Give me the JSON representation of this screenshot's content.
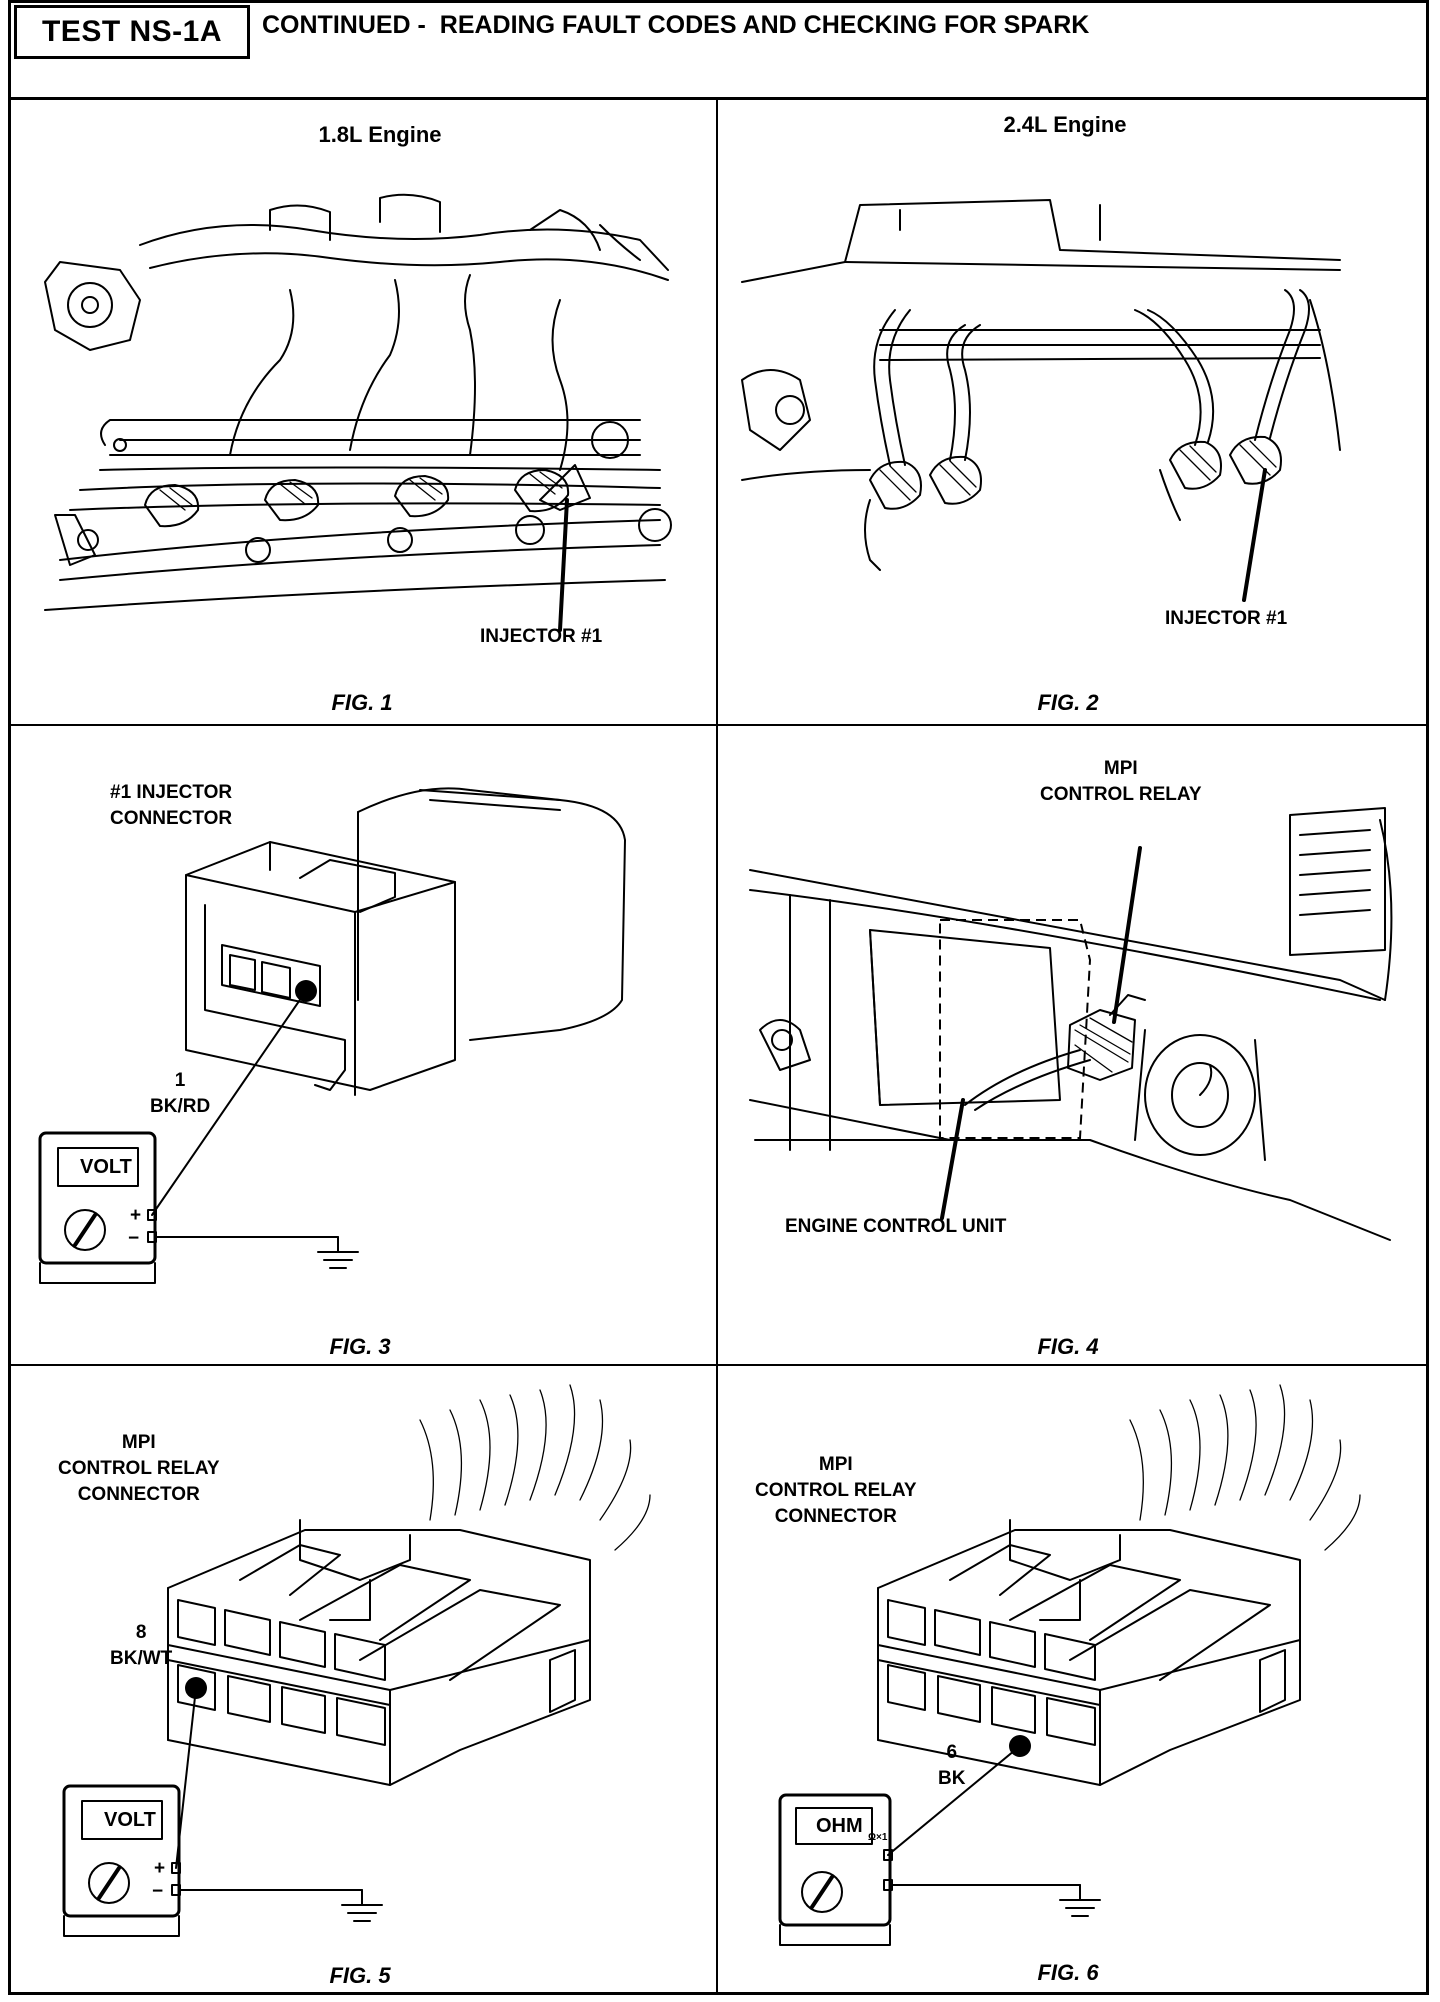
{
  "header": {
    "test_id": "TEST NS-1A",
    "title": "CONTINUED -  READING FAULT CODES AND CHECKING FOR SPARK"
  },
  "figures": [
    {
      "fig": "FIG. 1",
      "heading": "1.8L Engine",
      "callout": "INJECTOR #1"
    },
    {
      "fig": "FIG. 2",
      "heading": "2.4L Engine",
      "callout": "INJECTOR #1"
    },
    {
      "fig": "FIG. 3",
      "callout": "#1 INJECTOR\nCONNECTOR",
      "pin": "1\nBK/RD",
      "meter": "VOLT",
      "plus": "+",
      "minus": "−"
    },
    {
      "fig": "FIG. 4",
      "callout_top": "MPI\nCONTROL RELAY",
      "callout_bottom": "ENGINE CONTROL UNIT"
    },
    {
      "fig": "FIG. 5",
      "callout": "MPI\nCONTROL RELAY\nCONNECTOR",
      "pin": "8\nBK/WT",
      "meter": "VOLT",
      "plus": "+",
      "minus": "−"
    },
    {
      "fig": "FIG. 6",
      "callout": "MPI\nCONTROL RELAY\nCONNECTOR",
      "pin": "6\nBK",
      "meter": "OHM",
      "meter_scale": "Ω×1"
    }
  ]
}
